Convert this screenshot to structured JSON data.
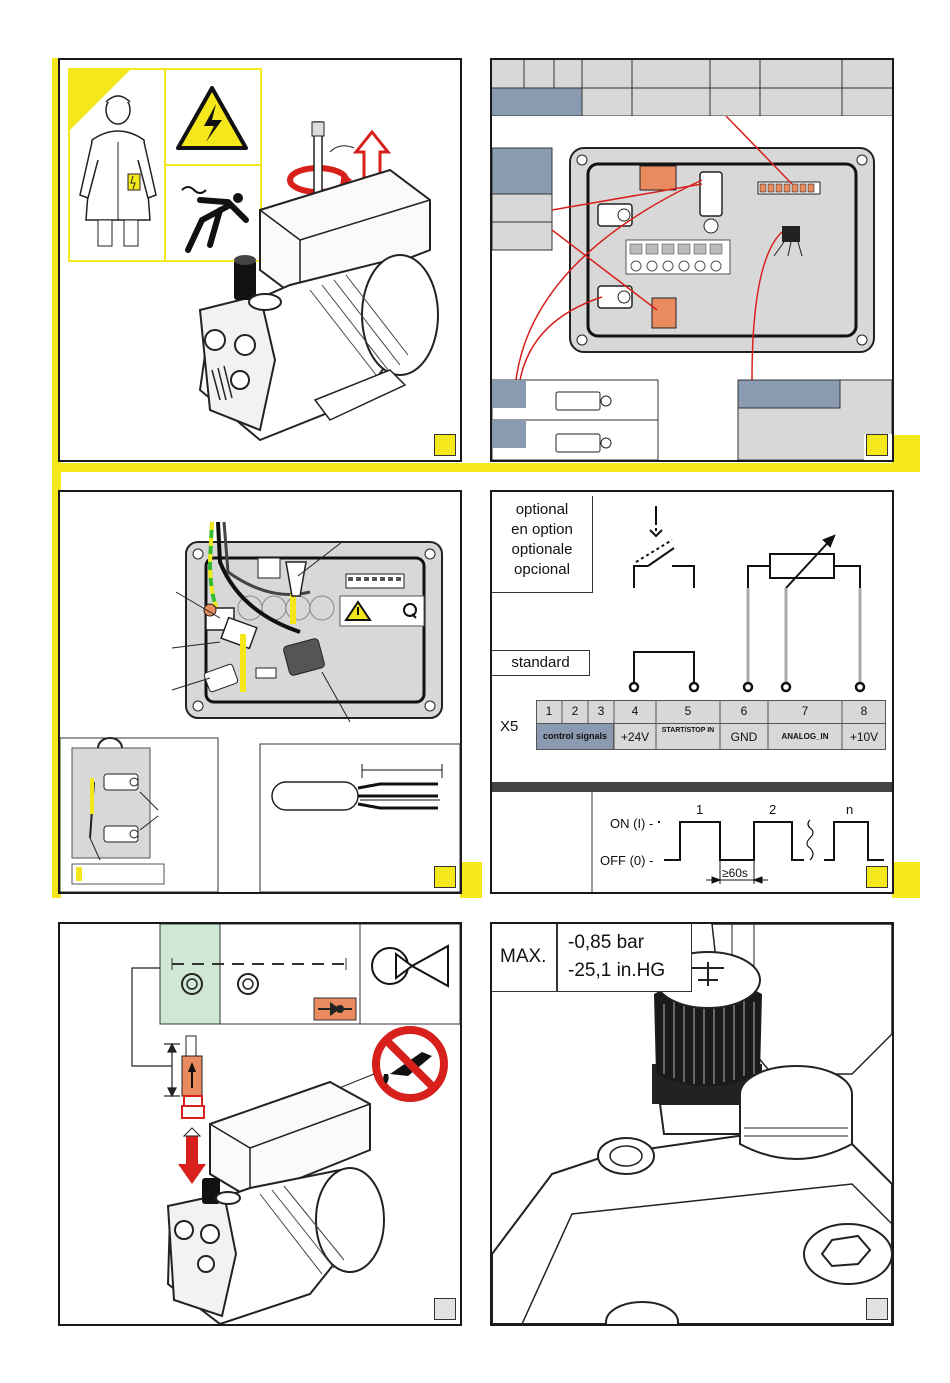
{
  "colors": {
    "accent_yellow": "#f4e81c",
    "panel_blue_grey": "#8a9bb1",
    "light_grey": "#d8d8d8",
    "warning_red": "#d7201b",
    "terminal_orange": "#e98a5f",
    "pressure_green": "#cfe8d6"
  },
  "panel3": {
    "optional_labels": [
      "optional",
      "en option",
      "optionale",
      "opcional"
    ],
    "standard_label": "standard",
    "terminal_block_label": "X5",
    "terminal_numbers": [
      "1",
      "2",
      "3",
      "4",
      "5",
      "6",
      "7",
      "8"
    ],
    "terminal_functions": [
      "control signals",
      "+24V",
      "START/STOP IN",
      "GND",
      "ANALOG_IN",
      "+10V"
    ],
    "timing": {
      "on_label": "ON (I) -",
      "off_label": "OFF (0) -",
      "pulse_labels": [
        "1",
        "2",
        "n"
      ],
      "interval_label": "≥60s"
    }
  },
  "panel6": {
    "max_label": "MAX.",
    "pressure_bar": "-0,85 bar",
    "pressure_inhg": "-25,1 in.HG"
  },
  "icons": [
    "technician-icon",
    "electric-hazard-icon",
    "electric-shock-icon",
    "rotate-arrow-icon",
    "up-arrow-icon",
    "down-arrow-icon",
    "no-oil-icon",
    "pump-symbol-icon",
    "check-valve-icon",
    "warning-icon",
    "potentiometer-icon",
    "switch-icon"
  ]
}
